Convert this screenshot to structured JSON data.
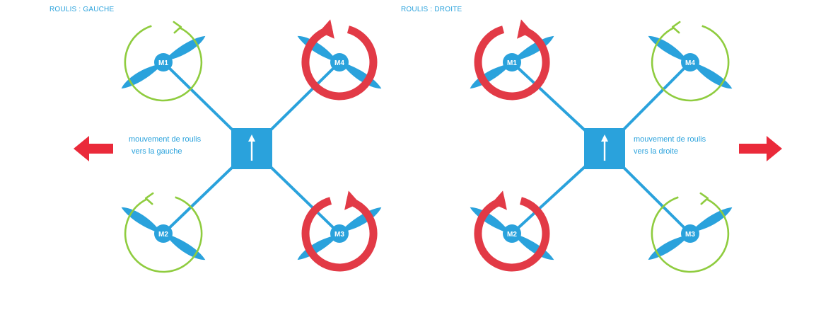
{
  "colors": {
    "frame": "#2aa2dc",
    "strong_rotation": "#e23a46",
    "weak_rotation": "#8fcc3f",
    "direction_arrow": "#ea2a3a",
    "text": "#2aa2dc",
    "motor_label": "#ffffff"
  },
  "icons": {
    "heading": "up-arrow-icon",
    "propeller": "propeller-icon",
    "rotation": "rotation-arrow-icon",
    "motion": "motion-arrow-icon"
  },
  "panels": [
    {
      "title": "ROULIS : GAUCHE",
      "motion_line1": "mouvement de roulis",
      "motion_line2": "vers la gauche",
      "motion_direction": "left",
      "motors": [
        {
          "label": "M1",
          "rotation": "clockwise",
          "intensity": "low"
        },
        {
          "label": "M4",
          "rotation": "counterclockwise",
          "intensity": "high"
        },
        {
          "label": "M2",
          "rotation": "counterclockwise",
          "intensity": "low"
        },
        {
          "label": "M3",
          "rotation": "clockwise",
          "intensity": "high"
        }
      ]
    },
    {
      "title": "ROULIS : DROITE",
      "motion_line1": "mouvement de roulis",
      "motion_line2": "vers la droite",
      "motion_direction": "right",
      "motors": [
        {
          "label": "M1",
          "rotation": "clockwise",
          "intensity": "high"
        },
        {
          "label": "M4",
          "rotation": "counterclockwise",
          "intensity": "low"
        },
        {
          "label": "M2",
          "rotation": "counterclockwise",
          "intensity": "high"
        },
        {
          "label": "M3",
          "rotation": "clockwise",
          "intensity": "low"
        }
      ]
    }
  ]
}
